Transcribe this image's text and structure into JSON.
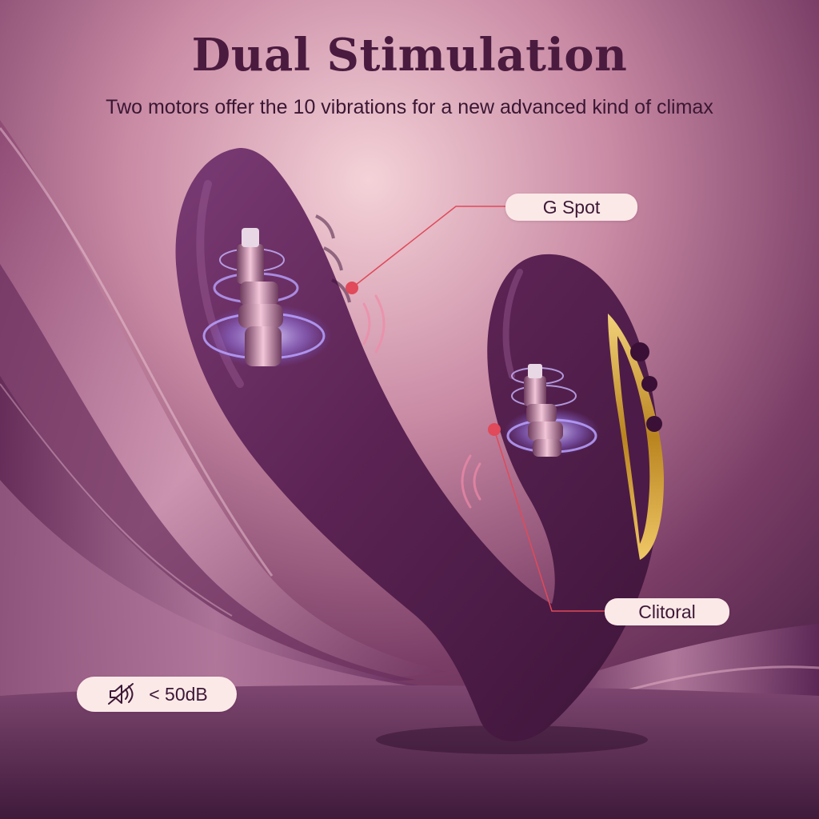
{
  "header": {
    "title": "Dual Stimulation",
    "subtitle": "Two motors offer the 10 vibrations for a new advanced kind of climax"
  },
  "callouts": {
    "g_spot": "G Spot",
    "clitoral": "Clitoral"
  },
  "noise_badge": {
    "icon": "mute-speaker-icon",
    "text": "< 50dB"
  },
  "colors": {
    "title": "#4a1b3f",
    "product": "#5a2452",
    "accent_gold": "#c9962a",
    "callout_red": "#e04a5a",
    "pill_bg": "#fbe9e8",
    "motor_glow": "#a58bff"
  }
}
